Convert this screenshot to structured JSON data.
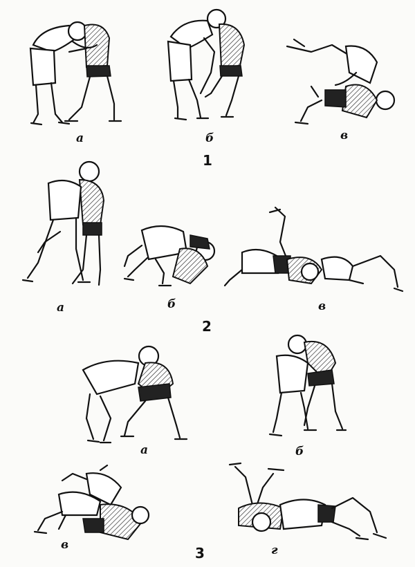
{
  "figures": [
    {
      "number": "1",
      "panels": [
        "а",
        "б",
        "в"
      ]
    },
    {
      "number": "2",
      "panels": [
        "а",
        "б",
        "в"
      ]
    },
    {
      "number": "3",
      "panels": [
        "а",
        "б",
        "в",
        "г"
      ]
    }
  ]
}
